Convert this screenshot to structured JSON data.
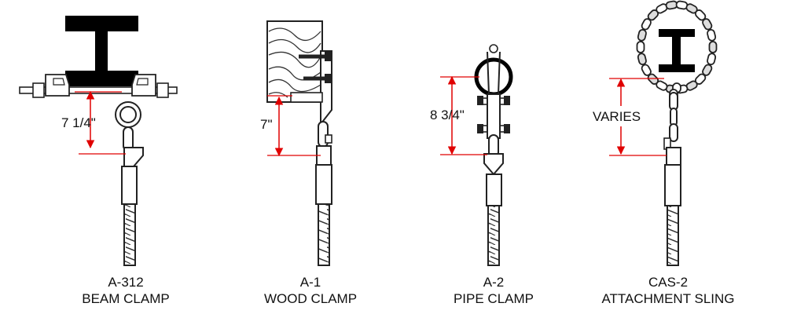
{
  "items": [
    {
      "code": "A-312",
      "name": "BEAM CLAMP",
      "dimension": "7 1/4\""
    },
    {
      "code": "A-1",
      "name": "WOOD CLAMP",
      "dimension": "7\""
    },
    {
      "code": "A-2",
      "name": "PIPE CLAMP",
      "dimension": "8 3/4\""
    },
    {
      "code": "CAS-2",
      "name": "ATTACHMENT SLING",
      "dimension": "VARIES"
    }
  ],
  "colors": {
    "dimension_line": "#e00000",
    "stroke": "#222222",
    "beam": "#000000"
  }
}
